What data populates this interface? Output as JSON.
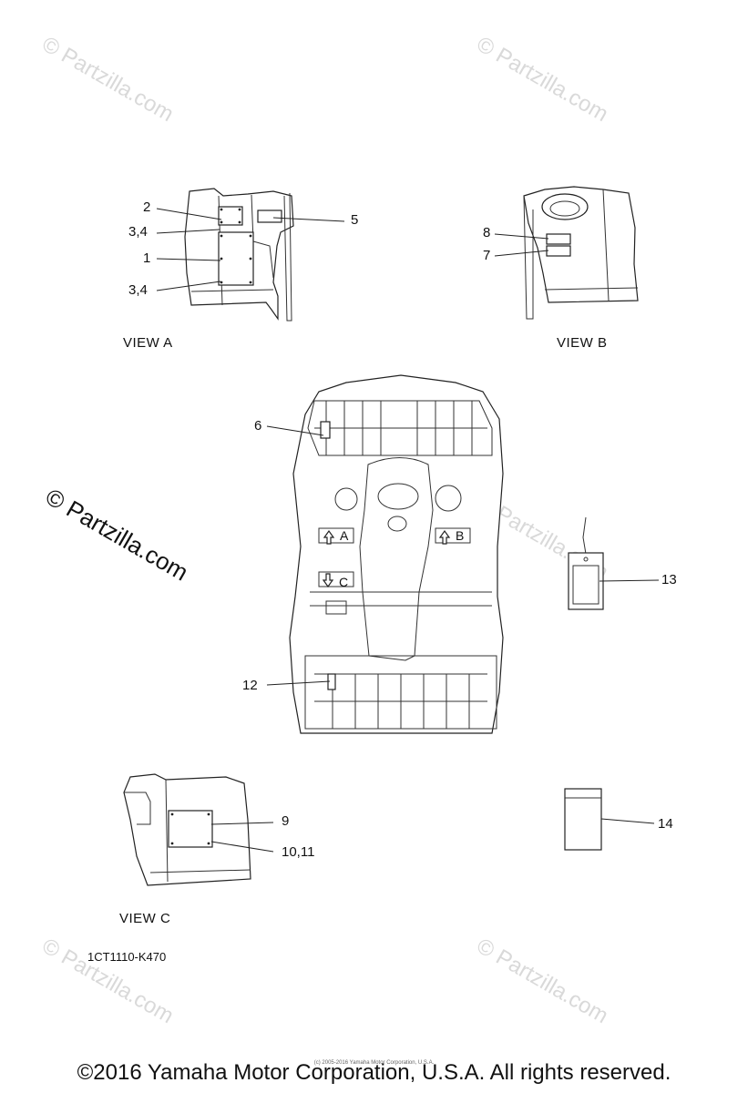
{
  "watermarks": {
    "text": "© Partzilla.com",
    "prominent_text": "© Partzilla.com"
  },
  "views": {
    "a": "VIEW A",
    "b": "VIEW B",
    "c": "VIEW C"
  },
  "callouts": {
    "c1": "1",
    "c2": "2",
    "c34_top": "3,4",
    "c34_bottom": "3,4",
    "c5": "5",
    "c6": "6",
    "c7": "7",
    "c8": "8",
    "c9": "9",
    "c1011": "10,11",
    "c12": "12",
    "c13": "13",
    "c14": "14"
  },
  "vehicle_marks": {
    "a": "A",
    "b": "B",
    "c": "C"
  },
  "diagram_code": "1CT1110-K470",
  "footer": {
    "copyright": "©2016 Yamaha Motor Corporation, U.S.A. All rights reserved.",
    "tiny": "(c) 2005-2016 Yamaha Motor Corporation, U.S.A."
  }
}
